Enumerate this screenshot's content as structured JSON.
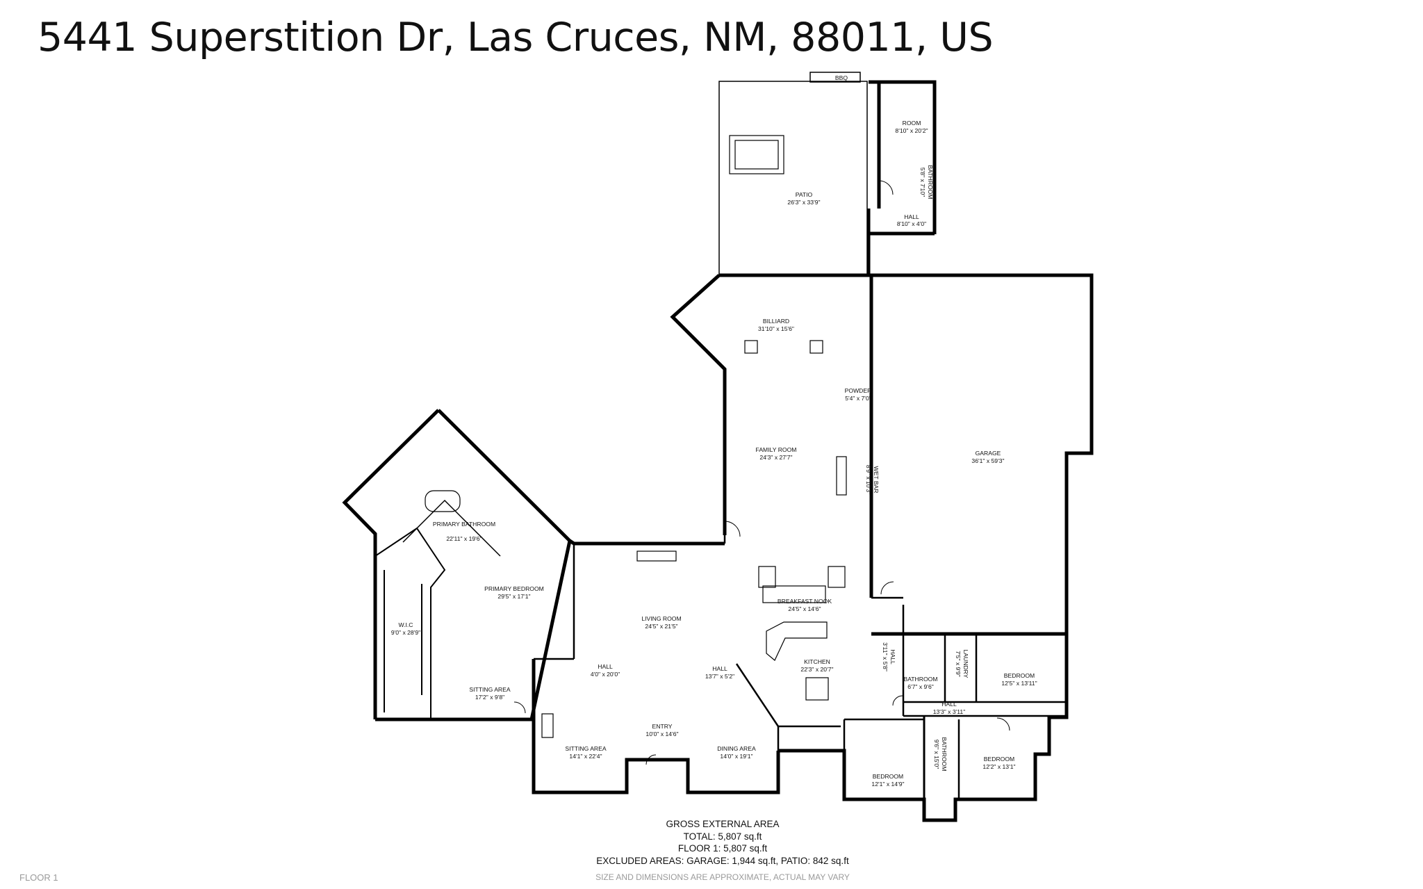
{
  "title": "5441 Superstition Dr, Las Cruces, NM, 88011, US",
  "rooms": [
    {
      "id": "patio",
      "name": "PATIO",
      "dims": "26'3\" x 33'9\""
    },
    {
      "id": "room",
      "name": "ROOM",
      "dims": "8'10\" x 20'2\""
    },
    {
      "id": "bathroom-upper",
      "name": "BATHROOM",
      "dims": "5'8\" x 7'10\""
    },
    {
      "id": "hall-upper",
      "name": "HALL",
      "dims": "8'10\" x 4'0\""
    },
    {
      "id": "bbq",
      "name": "BBQ",
      "dims": ""
    },
    {
      "id": "billiard",
      "name": "BILLIARD",
      "dims": "31'10\" x 15'6\""
    },
    {
      "id": "powder",
      "name": "POWDER",
      "dims": "5'4\" x 7'0\""
    },
    {
      "id": "family-room",
      "name": "FAMILY ROOM",
      "dims": "24'3\" x 27'7\""
    },
    {
      "id": "wet-bar",
      "name": "WET BAR",
      "dims": "8'9\" x 10'3\""
    },
    {
      "id": "garage",
      "name": "GARAGE",
      "dims": "36'1\" x 59'3\""
    },
    {
      "id": "primary-bathroom",
      "name": "PRIMARY BATHROOM",
      "dims": "22'11\" x 19'6\""
    },
    {
      "id": "primary-bedroom",
      "name": "PRIMARY BEDROOM",
      "dims": "29'5\" x 17'1\""
    },
    {
      "id": "wic",
      "name": "W.I.C",
      "dims": "9'0\" x 28'9\""
    },
    {
      "id": "living-room",
      "name": "LIVING ROOM",
      "dims": "24'5\" x 21'5\""
    },
    {
      "id": "breakfast-nook",
      "name": "BREAKFAST NOOK",
      "dims": "24'5\" x 14'6\""
    },
    {
      "id": "hall-left",
      "name": "HALL",
      "dims": "4'0\" x 20'0\""
    },
    {
      "id": "hall-center",
      "name": "HALL",
      "dims": "13'7\" x 5'2\""
    },
    {
      "id": "kitchen",
      "name": "KITCHEN",
      "dims": "22'3\" x 20'7\""
    },
    {
      "id": "sitting-area-right",
      "name": "SITTING AREA",
      "dims": "17'2\" x 9'8\""
    },
    {
      "id": "entry",
      "name": "ENTRY",
      "dims": "10'0\" x 14'6\""
    },
    {
      "id": "sitting-area-left",
      "name": "SITTING AREA",
      "dims": "14'1\" x 22'4\""
    },
    {
      "id": "dining-area",
      "name": "DINING AREA",
      "dims": "14'0\" x 19'1\""
    },
    {
      "id": "hall-small",
      "name": "HALL",
      "dims": "3'11\" x 5'8\""
    },
    {
      "id": "bathroom-mid",
      "name": "BATHROOM",
      "dims": "6'7\" x 9'6\""
    },
    {
      "id": "laundry",
      "name": "LAUNDRY",
      "dims": "7'5\" x 9'9\""
    },
    {
      "id": "bedroom-ne",
      "name": "BEDROOM",
      "dims": "12'5\" x 13'11\""
    },
    {
      "id": "hall-lower",
      "name": "HALL",
      "dims": "13'3\" x 3'11\""
    },
    {
      "id": "bathroom-lower",
      "name": "BATHROOM",
      "dims": "9'6\" x 15'0\""
    },
    {
      "id": "bedroom-se",
      "name": "BEDROOM",
      "dims": "12'2\" x 13'1\""
    },
    {
      "id": "bedroom-s",
      "name": "BEDROOM",
      "dims": "12'1\" x 14'9\""
    }
  ],
  "summary": {
    "heading": "GROSS EXTERNAL AREA",
    "total": "TOTAL: 5,807 sq.ft",
    "floor": "FLOOR 1: 5,807 sq.ft",
    "excluded": "EXCLUDED AREAS: GARAGE: 1,944 sq.ft, PATIO: 842 sq.ft"
  },
  "disclaimer": "SIZE AND DIMENSIONS ARE APPROXIMATE, ACTUAL MAY VARY",
  "floor_label": "FLOOR 1"
}
